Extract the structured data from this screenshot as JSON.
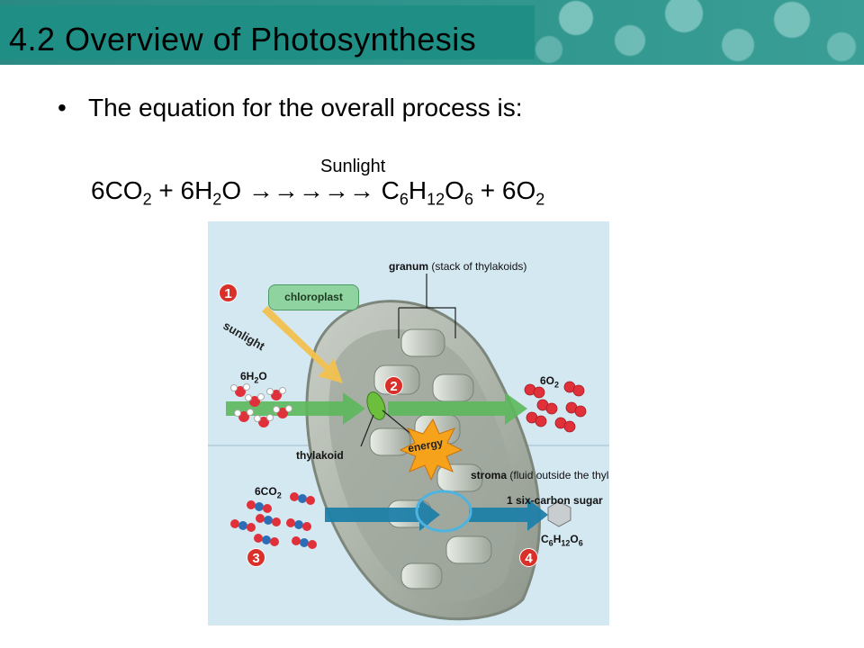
{
  "slide": {
    "title": "4.2 Overview of  Photosynthesis",
    "bullet": "The equation for the overall process is:",
    "sunlight": "Sunlight",
    "equation": {
      "r1": "6CO",
      "r1s": "2",
      "plus1": " + 6H",
      "r2s": "2",
      "r2e": "O",
      "arrows": " →→→→→ ",
      "p1": "C",
      "p1s1": "6",
      "p1b": "H",
      "p1s2": "12",
      "p1c": "O",
      "p1s3": "6",
      "plus2": " + 6O",
      "p2s": "2"
    }
  },
  "figure": {
    "granum": "granum",
    "granum_desc": "(stack of thylakoids)",
    "chloroplast": "chloroplast",
    "sunlight": "sunlight",
    "water": {
      "a": "6H",
      "s": "2",
      "b": "O"
    },
    "oxygen": {
      "a": "6O",
      "s": "2"
    },
    "thylakoid": "thylakoid",
    "energy": "energy",
    "stroma": "stroma",
    "stroma_desc": "(fluid outside the thylakoids)",
    "co2": {
      "a": "6CO",
      "s": "2"
    },
    "sugar_label": "1 six-carbon  sugar",
    "glucose": {
      "a": "C",
      "s1": "6",
      "b": "H",
      "s2": "12",
      "c": "O",
      "s3": "6"
    },
    "steps": [
      "1",
      "2",
      "3",
      "4"
    ]
  },
  "colors": {
    "header": "#1f8e85",
    "step_badge": "#d9302a",
    "chloroplast_badge": "#8fd3a0",
    "green_arrow": "#5cb85c",
    "blue_arrow": "#1f7fa8",
    "energy_star": "#f7a21b"
  }
}
